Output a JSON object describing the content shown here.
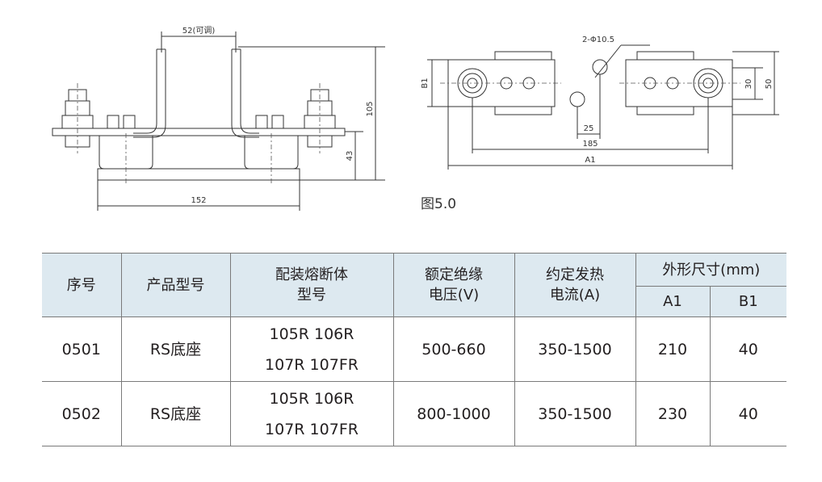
{
  "drawing_left": {
    "dim_top": "52(可调)",
    "dim_total_height": "105",
    "dim_base_height": "43",
    "dim_width": "152"
  },
  "drawing_right": {
    "dim_holes": "2-Φ10.5",
    "dim_b1": "B1",
    "dim_30": "30",
    "dim_50": "50",
    "dim_25": "25",
    "dim_185": "185",
    "dim_a1": "A1"
  },
  "figure_caption": "图5.0",
  "table": {
    "headers": {
      "seq": "序号",
      "model": "产品型号",
      "fuse_l1": "配装熔断体",
      "fuse_l2": "型号",
      "volt_l1": "额定绝缘",
      "volt_l2": "电压(V)",
      "curr_l1": "约定发热",
      "curr_l2": "电流(A)",
      "dims": "外形尺寸(mm)",
      "a1": "A1",
      "b1": "B1"
    },
    "rows": [
      {
        "seq": "0501",
        "model": "RS底座",
        "fuse_l1": "105R 106R",
        "fuse_l2": "107R 107FR",
        "voltage": "500-660",
        "current": "350-1500",
        "a1": "210",
        "b1": "40"
      },
      {
        "seq": "0502",
        "model": "RS底座",
        "fuse_l1": "105R 106R",
        "fuse_l2": "107R 107FR",
        "voltage": "800-1000",
        "current": "350-1500",
        "a1": "230",
        "b1": "40"
      }
    ]
  }
}
